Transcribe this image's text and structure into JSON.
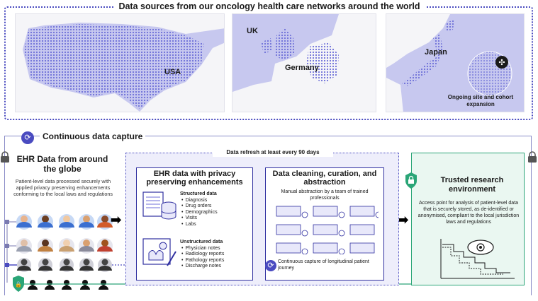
{
  "header": {
    "title": "Data sources from our oncology health care networks around the world"
  },
  "maps": {
    "usa_label": "USA",
    "uk_label": "UK",
    "germany_label": "Germany",
    "japan_label": "Japan",
    "expansion_label": "Ongoing site and cohort expansion"
  },
  "capture": {
    "label": "Continuous data capture",
    "icon": "refresh-icon"
  },
  "ehr": {
    "title": "EHR Data from around the globe",
    "description": "Patient-level data processed securely with applied privacy preserving enhancements conforming to the local laws and regulations"
  },
  "refresh": {
    "label": "Data refresh at least every 90 days"
  },
  "privacy": {
    "title": "EHR data with privacy preserving enhancements",
    "structured_heading": "Structured data",
    "structured_items": [
      "Diagnosis",
      "Drug orders",
      "Demographics",
      "Visits",
      "Labs"
    ],
    "unstructured_heading": "Unstructured data",
    "unstructured_items": [
      "Physician notes",
      "Radiology reports",
      "Pathology reports",
      "Discharge notes"
    ]
  },
  "cleaning": {
    "title": "Data cleaning, curation, and abstraction",
    "manual_text": "Manual abstraction by a team of trained professionals",
    "journey_text": "Continuous capture of longitudinal patient journey"
  },
  "trusted": {
    "title": "Trusted research environment",
    "description": "Access point for analysis of patient-level data that is securely stored, as de-identified or anonymised, compliant to the local jurisdiction laws and regulations"
  },
  "colors": {
    "accent": "#4a4bc0",
    "lavender": "#eeeefb",
    "map_fill": "#c7c8ef",
    "green": "#2aa577"
  }
}
